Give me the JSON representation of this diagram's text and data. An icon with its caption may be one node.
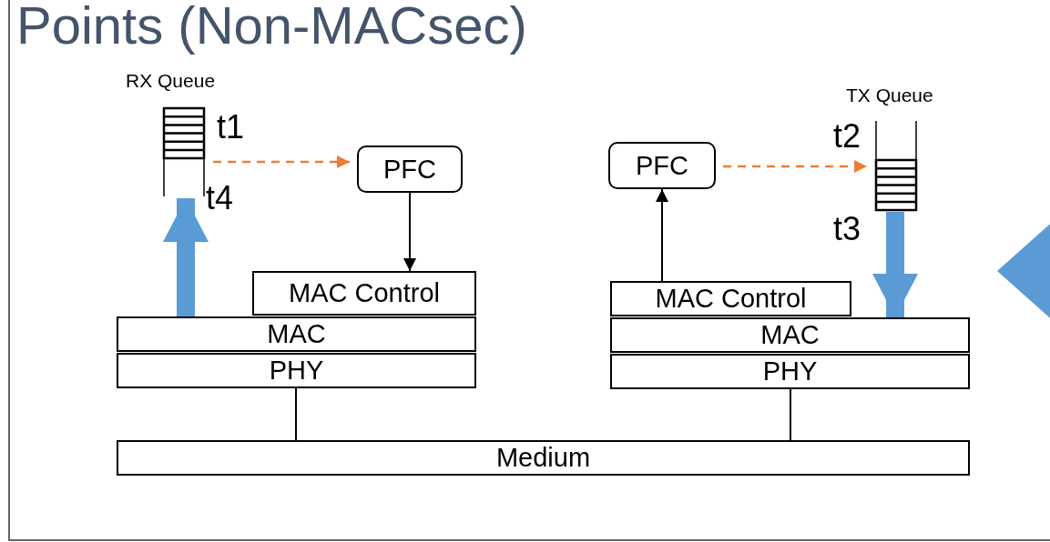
{
  "diagram": {
    "title": "Points (Non-MACsec)",
    "nodes": [
      {
        "text": [
          "RX Queue"
        ],
        "beside": [
          "t1",
          "t4"
        ]
      },
      {
        "text": [
          "PFC"
        ]
      },
      {
        "text": [
          "MAC Control"
        ]
      },
      {
        "text": [
          "MAC"
        ]
      },
      {
        "text": [
          "PHY"
        ]
      },
      {
        "text": [
          "PFC"
        ]
      },
      {
        "text": [
          "MAC Control"
        ]
      },
      {
        "text": [
          "MAC"
        ]
      },
      {
        "text": [
          "PHY"
        ]
      },
      {
        "text": [
          "TX Queue"
        ],
        "beside": [
          "t2",
          "t3"
        ]
      },
      {
        "text": [
          "Medium"
        ]
      }
    ],
    "edges": [
      {
        "from": 0,
        "to": 1,
        "arrow": "to",
        "style": "dashed",
        "color": "#ed7d31"
      },
      {
        "from": 1,
        "to": 2,
        "arrow": "to"
      },
      {
        "from": 3,
        "to": 0,
        "arrow": "to",
        "style": "thick",
        "color": "#5b9bd5"
      },
      {
        "from": 6,
        "to": 5,
        "arrow": "to"
      },
      {
        "from": 5,
        "to": 9,
        "arrow": "to",
        "style": "dashed",
        "color": "#ed7d31"
      },
      {
        "from": 9,
        "to": 7,
        "arrow": "to",
        "style": "thick",
        "color": "#5b9bd5"
      },
      {
        "from": 4,
        "to": 10,
        "arrow": "none"
      },
      {
        "from": 8,
        "to": 10,
        "arrow": "none"
      }
    ]
  }
}
